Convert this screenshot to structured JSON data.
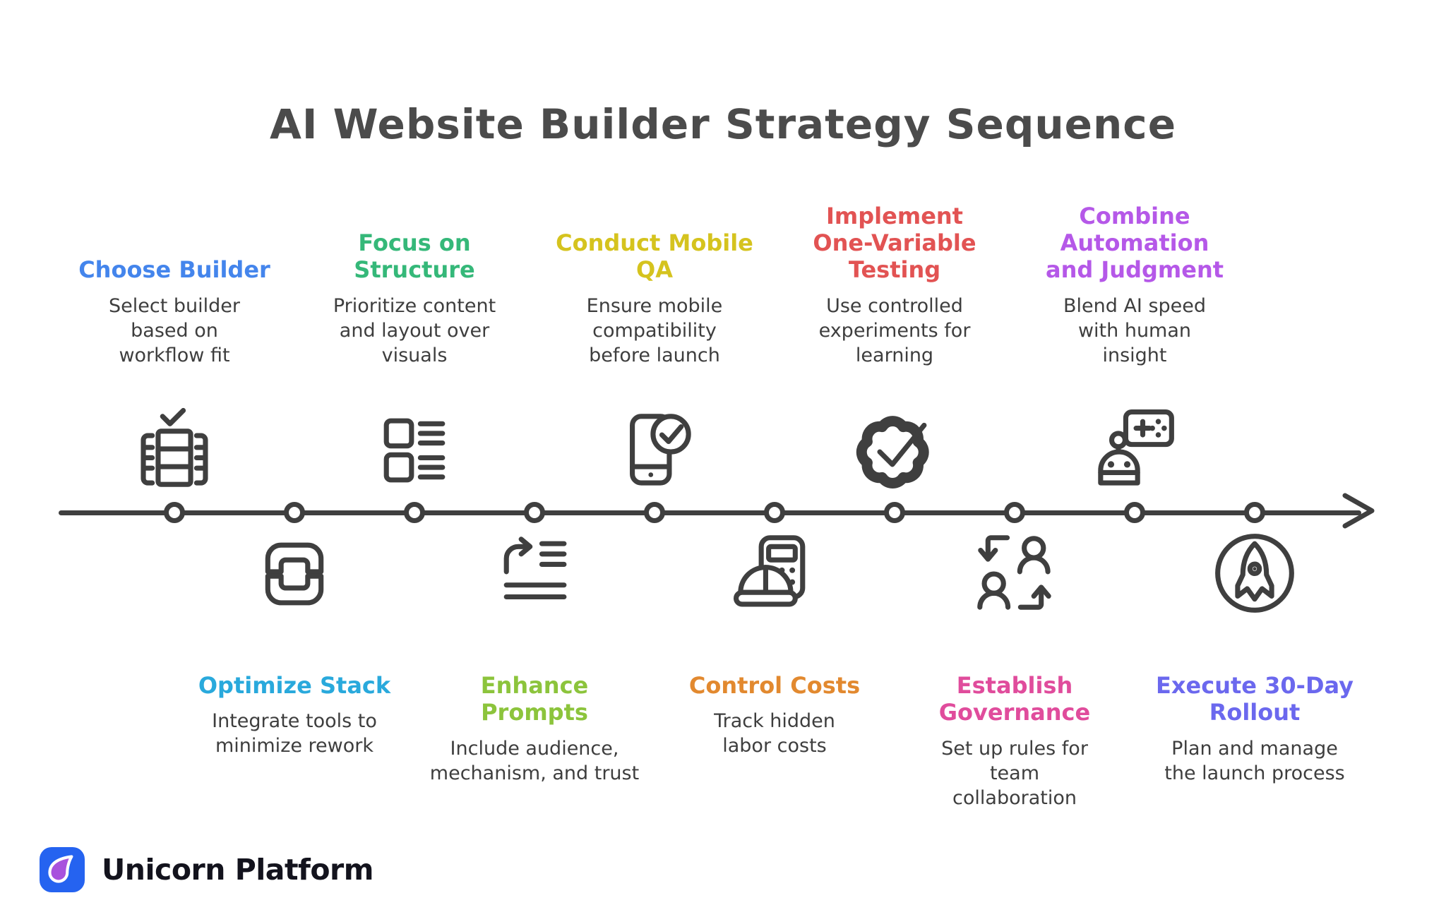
{
  "title": "AI Website Builder Strategy Sequence",
  "brand": {
    "name": "Unicorn Platform",
    "logo_blue": "#2563f0",
    "logo_purple": "#a852dd"
  },
  "timeline": {
    "line_color": "#3f3f3f",
    "node_count": 10,
    "direction": "left-to-right arrow"
  },
  "steps": [
    {
      "title": "Choose Builder",
      "description": "Select builder based on workflow fit",
      "color": "#4485ec",
      "icon": "builder-check-icon",
      "position": "top"
    },
    {
      "title": "Optimize Stack",
      "description": "Integrate tools to minimize rework",
      "color": "#29a9dc",
      "icon": "stack-box-icon",
      "position": "bottom"
    },
    {
      "title": "Focus on Structure",
      "description": "Prioritize content and layout over visuals",
      "color": "#35b879",
      "icon": "layout-list-icon",
      "position": "top"
    },
    {
      "title": "Enhance Prompts",
      "description": "Include audience, mechanism, and trust",
      "color": "#8cc43c",
      "icon": "prompt-lines-arrow-icon",
      "position": "bottom"
    },
    {
      "title": "Conduct Mobile QA",
      "description": "Ensure mobile compatibility before launch",
      "color": "#d5c31e",
      "icon": "mobile-check-icon",
      "position": "top"
    },
    {
      "title": "Control Costs",
      "description": "Track hidden labor costs",
      "color": "#e2892f",
      "icon": "calculator-hardhat-icon",
      "position": "bottom"
    },
    {
      "title": "Implement One-Variable Testing",
      "description": "Use controlled experiments for learning",
      "color": "#e25353",
      "icon": "badge-check-icon",
      "position": "top"
    },
    {
      "title": "Establish Governance",
      "description": "Set up rules for team collaboration",
      "color": "#e04c9c",
      "icon": "people-exchange-icon",
      "position": "bottom"
    },
    {
      "title": "Combine Automation and Judgment",
      "description": "Blend AI speed with human insight",
      "color": "#b558e8",
      "icon": "robot-gamepad-icon",
      "position": "top"
    },
    {
      "title": "Execute 30-Day Rollout",
      "description": "Plan and manage the launch process",
      "color": "#6b68ee",
      "icon": "rocket-circle-icon",
      "position": "bottom"
    }
  ]
}
